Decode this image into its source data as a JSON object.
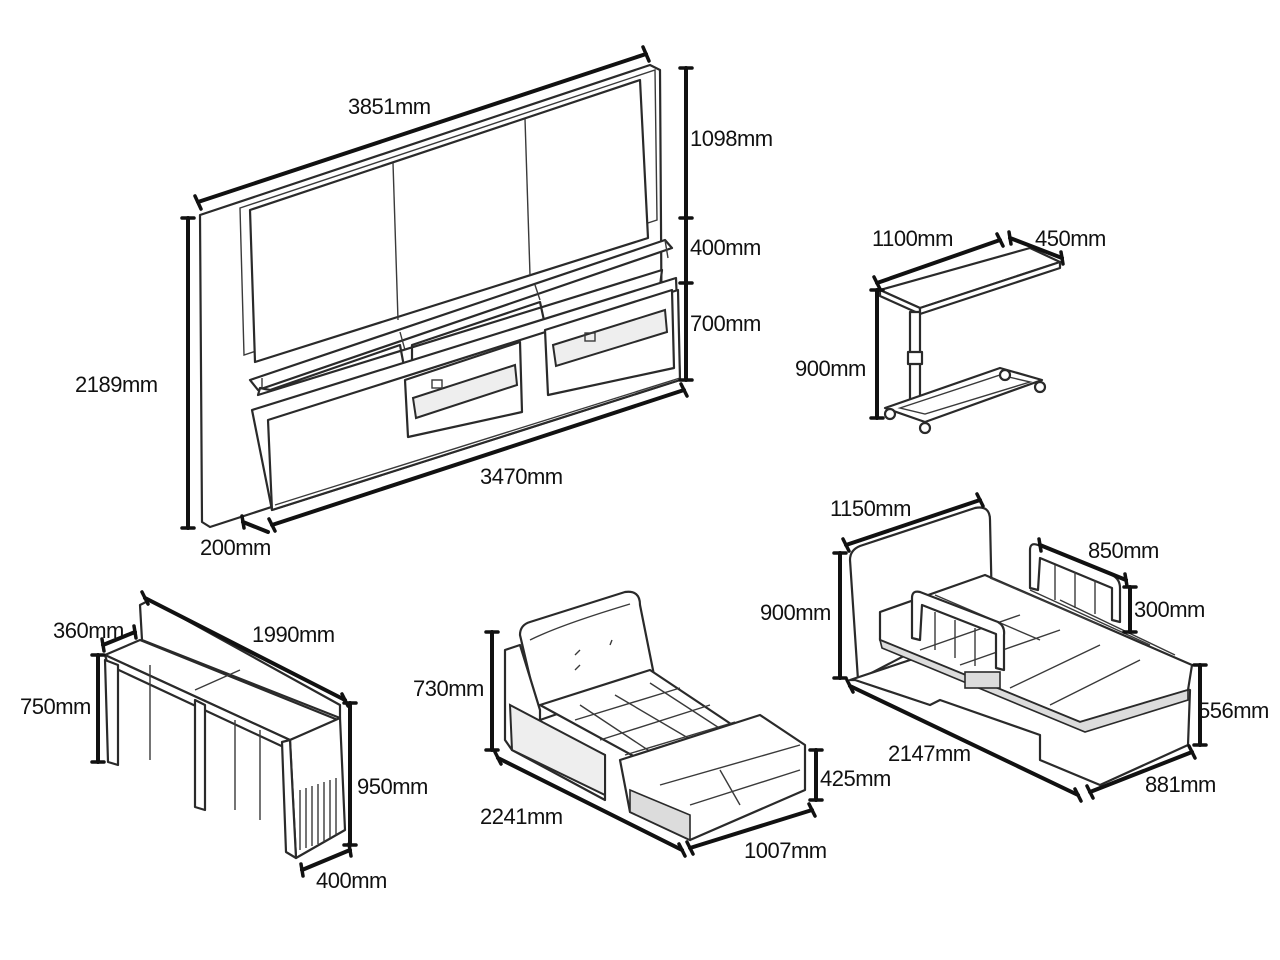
{
  "labels": {
    "tv_wall_diagonal": "3851mm",
    "tv_wall_upper_height": "1098mm",
    "tv_wall_shelf_height": "400mm",
    "tv_wall_cabinet_height": "700mm",
    "tv_wall_total_height": "2189mm",
    "tv_wall_cabinet_width": "3470mm",
    "tv_wall_depth": "200mm",
    "table_length": "1100mm",
    "table_width": "450mm",
    "table_height": "900mm",
    "bed_head_width": "1150mm",
    "bed_rail_length": "850mm",
    "bed_head_height": "900mm",
    "bed_rail_height": "300mm",
    "bed_base_height": "556mm",
    "bed_length": "2147mm",
    "bed_width": "881mm",
    "desk_depth": "360mm",
    "desk_length": "1990mm",
    "desk_height": "750mm",
    "desk_tall_height": "950mm",
    "desk_side_width": "400mm",
    "chair_back_height": "730mm",
    "chair_seat_height": "425mm",
    "chair_length": "2241mm",
    "chair_width": "1007mm"
  },
  "colors": {
    "line": "#111111",
    "fill": "#ffffff",
    "shade": "#eeeeee"
  }
}
